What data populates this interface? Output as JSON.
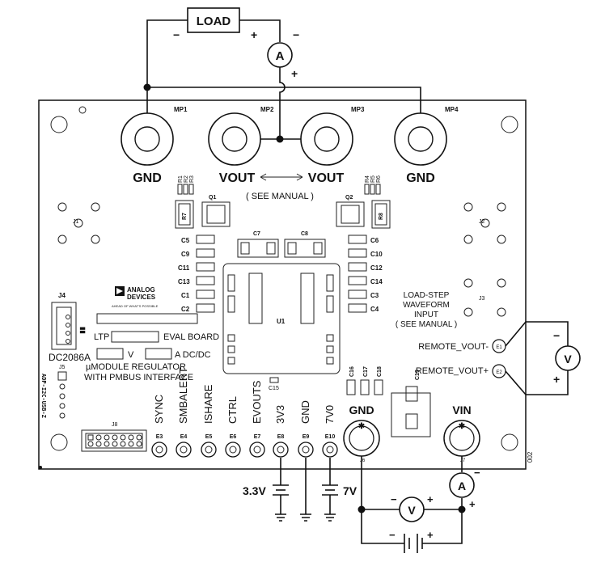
{
  "load": {
    "label": "LOAD",
    "minus": "−",
    "plus": "+"
  },
  "meters": {
    "ammeter": "A",
    "voltmeter": "V",
    "minus": "−",
    "plus": "+"
  },
  "mounting_posts": {
    "mp1": {
      "ref": "MP1",
      "name": "GND"
    },
    "mp2": {
      "ref": "MP2",
      "name": "VOUT"
    },
    "mp3": {
      "ref": "MP3",
      "name": "VOUT"
    },
    "mp4": {
      "ref": "MP4",
      "name": "GND"
    }
  },
  "see_manual_top": "( SEE MANUAL )",
  "components": {
    "r_left": [
      "R1",
      "R2",
      "R3"
    ],
    "r_right": [
      "R4",
      "R5",
      "R6"
    ],
    "q1": "Q1",
    "q2": "Q2",
    "r7": "R7",
    "r8": "R8",
    "c7": "C7",
    "c8": "C8",
    "u1": "U1",
    "c15": "C15",
    "c19": "C19",
    "caps_left": [
      "C5",
      "C9",
      "C11",
      "C13",
      "C1",
      "C2"
    ],
    "caps_right": [
      "C6",
      "C10",
      "C12",
      "C14",
      "C3",
      "C4"
    ],
    "caps_bottom": [
      "C16",
      "C17",
      "C18"
    ],
    "j1": "J1",
    "j2": "J2",
    "j3": "J3",
    "j4": "J4",
    "j5": "J5",
    "j8": "J8",
    "j6": "J6",
    "j7": "J7"
  },
  "brand": {
    "line1": "ANALOG",
    "line2": "DEVICES",
    "tagline": "AHEAD OF WHAT'S POSSIBLE"
  },
  "board_text": {
    "ltp": "LTP",
    "eval": "EVAL BOARD",
    "v": "V",
    "adcdc": "A DC/DC",
    "part": "DC2086A",
    "reg1": "µMODULE REGULATOR",
    "reg2": "WITH PMBUS INTERFACE",
    "usb": "ADP-I2C-USB-Z",
    "code": "002"
  },
  "load_step": {
    "l1": "LOAD-STEP",
    "l2": "WAVEFORM",
    "l3": "INPUT",
    "l4": "( SEE MANUAL )"
  },
  "remote": {
    "minus_label": "REMOTE_VOUT-",
    "plus_label": "REMOTE_VOUT+",
    "e1": "E1",
    "e2": "E2"
  },
  "turrets": [
    {
      "name": "SYNC",
      "ref": "E3"
    },
    {
      "name": "SMBALERT",
      "ref": "E4"
    },
    {
      "name": "ISHARE",
      "ref": "E5"
    },
    {
      "name": "CTRL",
      "ref": "E6"
    },
    {
      "name": "EVOUTS",
      "ref": "E7"
    },
    {
      "name": "3V3",
      "ref": "E8"
    },
    {
      "name": "GND",
      "ref": "E9"
    },
    {
      "name": "7V0",
      "ref": "E10"
    }
  ],
  "power_posts": {
    "gnd": "GND",
    "vin": "VIN"
  },
  "supplies": {
    "v33": "3.3V",
    "v7": "7V",
    "minus": "−",
    "plus": "+"
  }
}
